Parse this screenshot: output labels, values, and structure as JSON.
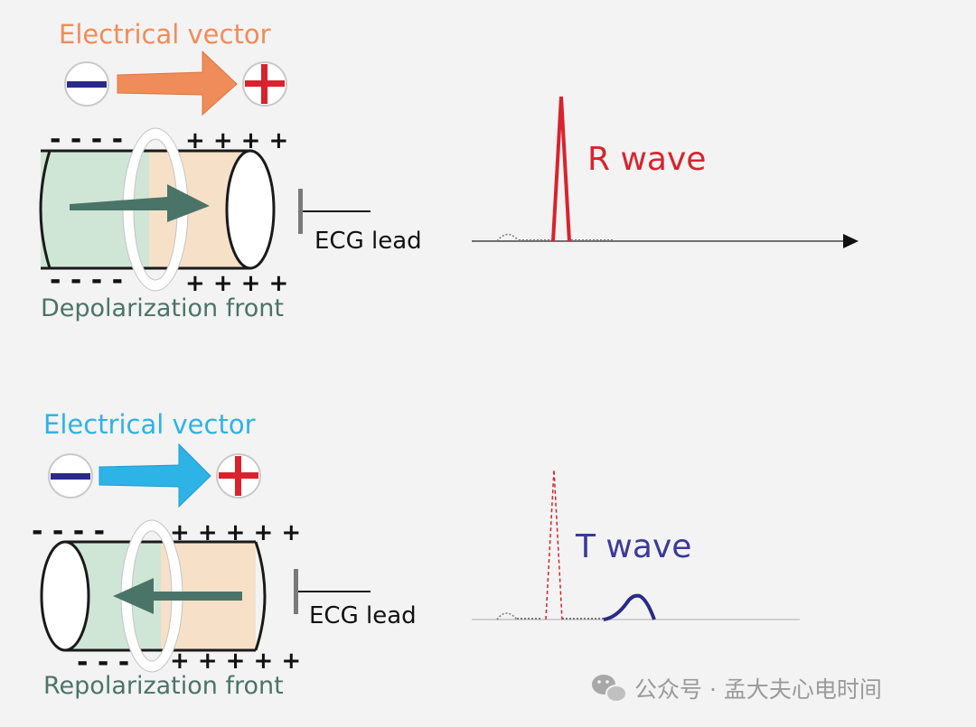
{
  "colors": {
    "orange": "#f08c5a",
    "cyan": "#2eb3e6",
    "red": "#d8232e",
    "purple": "#3a3a99",
    "green_cylinder": "#cfe6d6",
    "tan_cylinder": "#f6e1c8",
    "arrow_green": "#4b7468"
  },
  "top_panel": {
    "vector_label": "Electrical vector",
    "charge_minus_top": "- - - -",
    "charge_plus_top": "+ + + +",
    "charge_minus_bottom": "- - - -",
    "charge_plus_bottom": "+ + + +",
    "lead_label": "ECG lead",
    "wave_label": "R wave",
    "front_label": "Depolarization front"
  },
  "bottom_panel": {
    "vector_label": "Electrical vector",
    "charge_minus_top": "- - - -",
    "charge_plus_top": "+ + + + +",
    "charge_minus_bottom": "- - - -",
    "charge_plus_bottom": "+ + + + +",
    "lead_label": "ECG lead",
    "wave_label": "T wave",
    "front_label": "Repolarization front"
  },
  "watermark": {
    "text": "公众号 · 孟大夫心电时间",
    "icon": "wechat-icon"
  }
}
